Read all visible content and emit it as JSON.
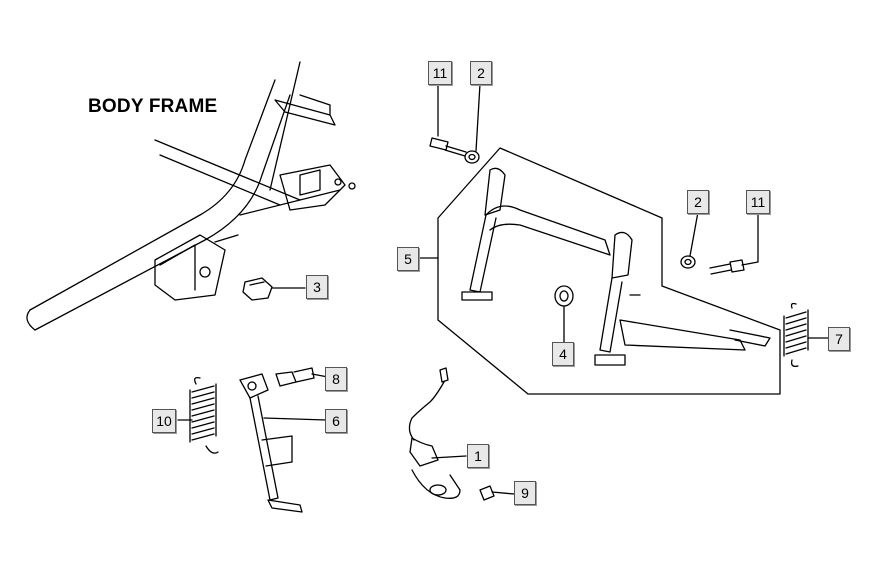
{
  "diagram": {
    "title": "BODY FRAME",
    "callouts": [
      {
        "id": "c11a",
        "label": "11"
      },
      {
        "id": "c2a",
        "label": "2"
      },
      {
        "id": "c2b",
        "label": "2"
      },
      {
        "id": "c11b",
        "label": "11"
      },
      {
        "id": "c5",
        "label": "5"
      },
      {
        "id": "c3",
        "label": "3"
      },
      {
        "id": "c4",
        "label": "4"
      },
      {
        "id": "c7",
        "label": "7"
      },
      {
        "id": "c8",
        "label": "8"
      },
      {
        "id": "c10",
        "label": "10"
      },
      {
        "id": "c6",
        "label": "6"
      },
      {
        "id": "c1",
        "label": "1"
      },
      {
        "id": "c9",
        "label": "9"
      }
    ]
  }
}
